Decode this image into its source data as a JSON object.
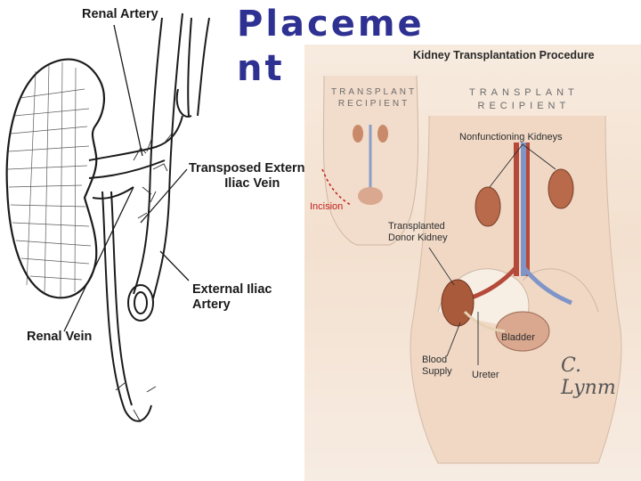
{
  "title": "Placement",
  "left_diagram": {
    "labels": {
      "renal_artery": "Renal Artery",
      "transposed_vein": "Transposed External\nIliac Vein",
      "external_artery": "External Iliac\nArtery",
      "renal_vein": "Renal Vein"
    }
  },
  "right_diagram": {
    "heading": "Kidney Transplantation Procedure",
    "inset_caption": "TRANSPLANT\nRECIPIENT",
    "main_caption": "TRANSPLANT\nRECIPIENT",
    "labels": {
      "incision": "Incision",
      "nonfunctioning": "Nonfunctioning Kidneys",
      "donor_kidney": "Transplanted\nDonor Kidney",
      "bladder": "Bladder",
      "blood_supply": "Blood\nSupply",
      "ureter": "Ureter",
      "signature": "C. Lynm"
    }
  },
  "colors": {
    "title": "#2e3192",
    "incision": "#c0201e",
    "skin": "#f3e0cf"
  }
}
